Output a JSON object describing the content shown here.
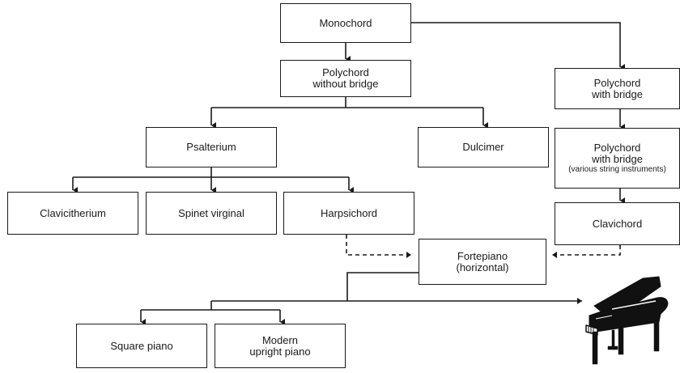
{
  "nodes": {
    "monochord": "Monochord",
    "polychord_without_bridge": [
      "Polychord",
      "without bridge"
    ],
    "polychord_with_bridge": [
      "Polychord",
      "with bridge"
    ],
    "polychord_with_bridge_various": [
      "Polychord",
      "with bridge",
      "(various string instruments)"
    ],
    "psalterium": "Psalterium",
    "dulcimer": "Dulcimer",
    "clavicitherium": "Clavicitherium",
    "spinet_virginal": "Spinet virginal",
    "harpsichord": "Harpsichord",
    "clavichord": "Clavichord",
    "fortepiano": [
      "Fortepiano",
      "(horizontal)"
    ],
    "square_piano": "Square piano",
    "modern_upright_piano": [
      "Modern",
      "upright piano"
    ]
  },
  "icon": "grand-piano-icon",
  "colors": {
    "line": "#1a1a1a",
    "background": "#ffffff"
  }
}
